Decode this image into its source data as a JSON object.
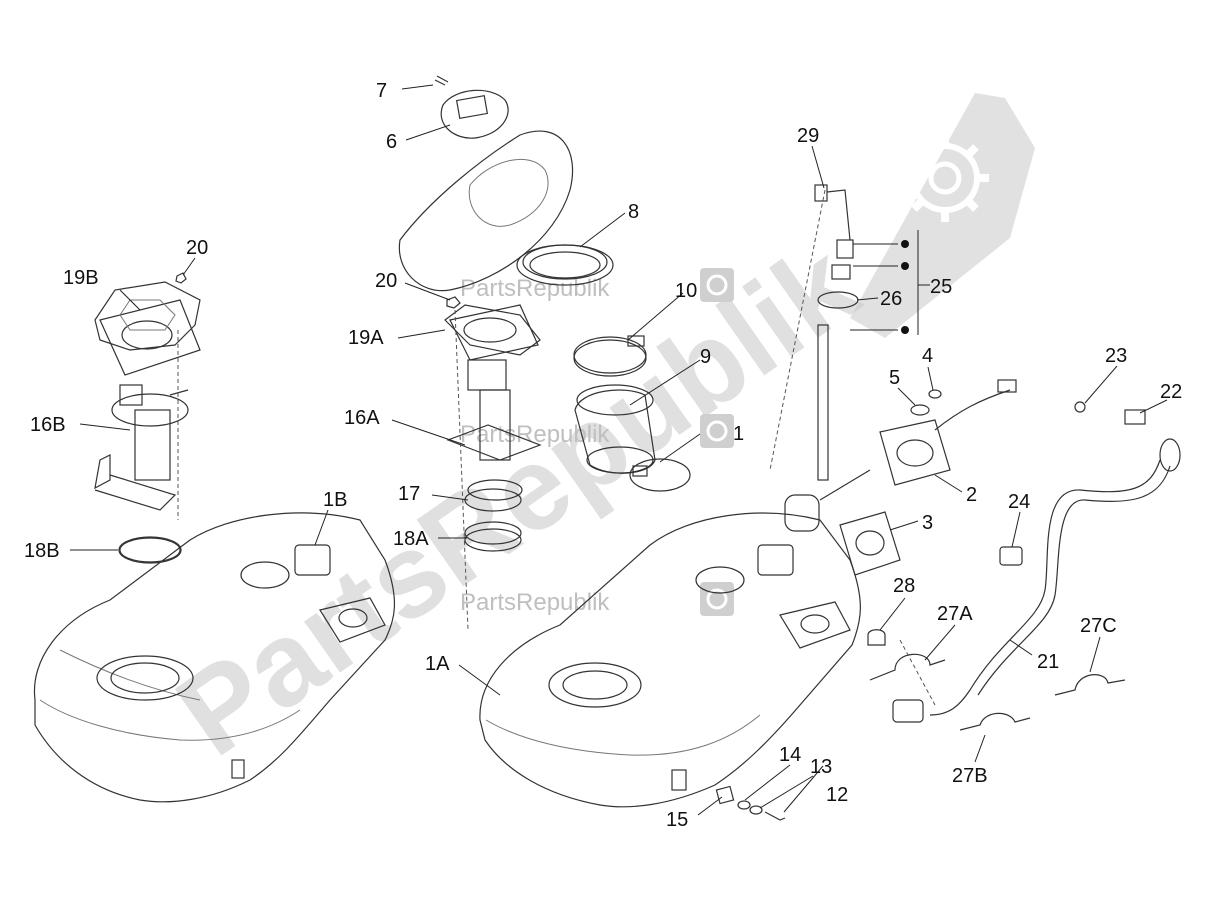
{
  "watermark": {
    "brand_small": "PartsRepublik",
    "brand_large": "PartsRepublik"
  },
  "callouts": {
    "c1": "1",
    "c1A": "1A",
    "c1B": "1B",
    "c2": "2",
    "c3": "3",
    "c4": "4",
    "c5": "5",
    "c6": "6",
    "c7": "7",
    "c8": "8",
    "c9": "9",
    "c10": "10",
    "c12": "12",
    "c13": "13",
    "c14": "14",
    "c15": "15",
    "c16A": "16A",
    "c16B": "16B",
    "c17": "17",
    "c18A": "18A",
    "c18B": "18B",
    "c19A": "19A",
    "c19B": "19B",
    "c20a": "20",
    "c20b": "20",
    "c21": "21",
    "c22": "22",
    "c23": "23",
    "c24": "24",
    "c25": "25",
    "c26": "26",
    "c27A": "27A",
    "c27B": "27B",
    "c27C": "27C",
    "c28": "28",
    "c29": "29"
  },
  "colors": {
    "watermark": "#bfbfbf",
    "line": "#333333",
    "text": "#111111"
  }
}
